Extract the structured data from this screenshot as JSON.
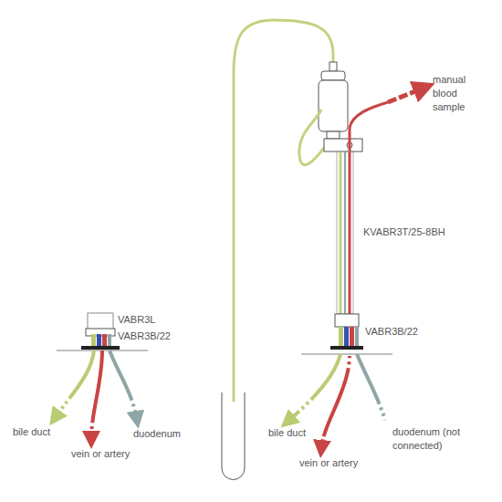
{
  "diagram": {
    "labels": [
      "VABR3L",
      "VABR3B/22",
      "bile duct",
      "vein or artery",
      "duodenum",
      "manual blood sample",
      "KVABR3T/25-8BH",
      "VABR3B/22",
      "bile duct",
      "vein or artery",
      "duodenum (not connected)"
    ]
  }
}
